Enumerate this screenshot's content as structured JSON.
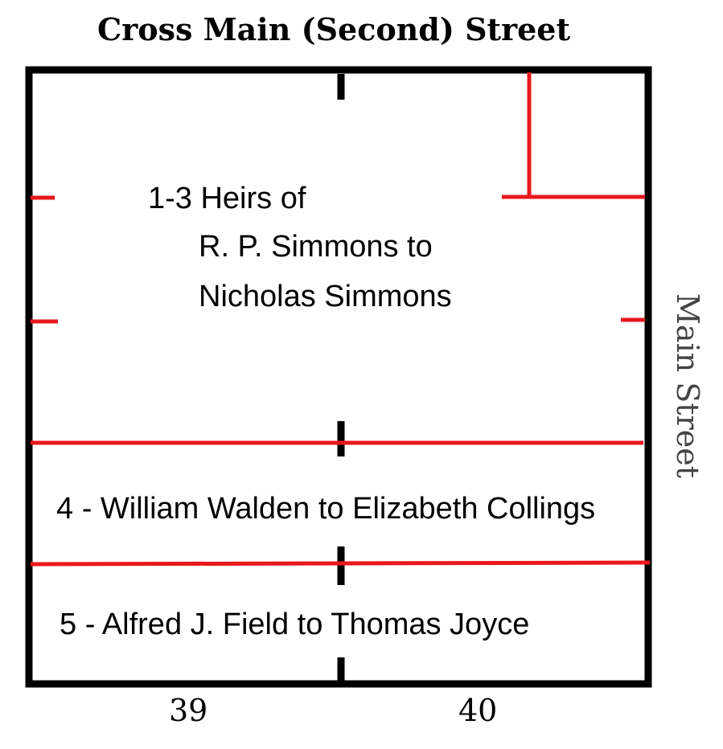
{
  "streets": {
    "top": "Cross Main (Second) Street",
    "right": "Main Street"
  },
  "lots": [
    "39",
    "40"
  ],
  "parcels": [
    {
      "id": "1-3",
      "lines": [
        "1-3 Heirs of",
        "R. P. Simmons to",
        "Nicholas Simmons"
      ]
    },
    {
      "id": "4",
      "lines": [
        "4 - William Walden to Elizabeth Collings"
      ]
    },
    {
      "id": "5",
      "lines": [
        "5 - Alfred J. Field to Thomas Joyce"
      ]
    }
  ],
  "colors": {
    "outline": "#000000",
    "parcel_line": "#e8181c",
    "street_label": "#444444"
  }
}
